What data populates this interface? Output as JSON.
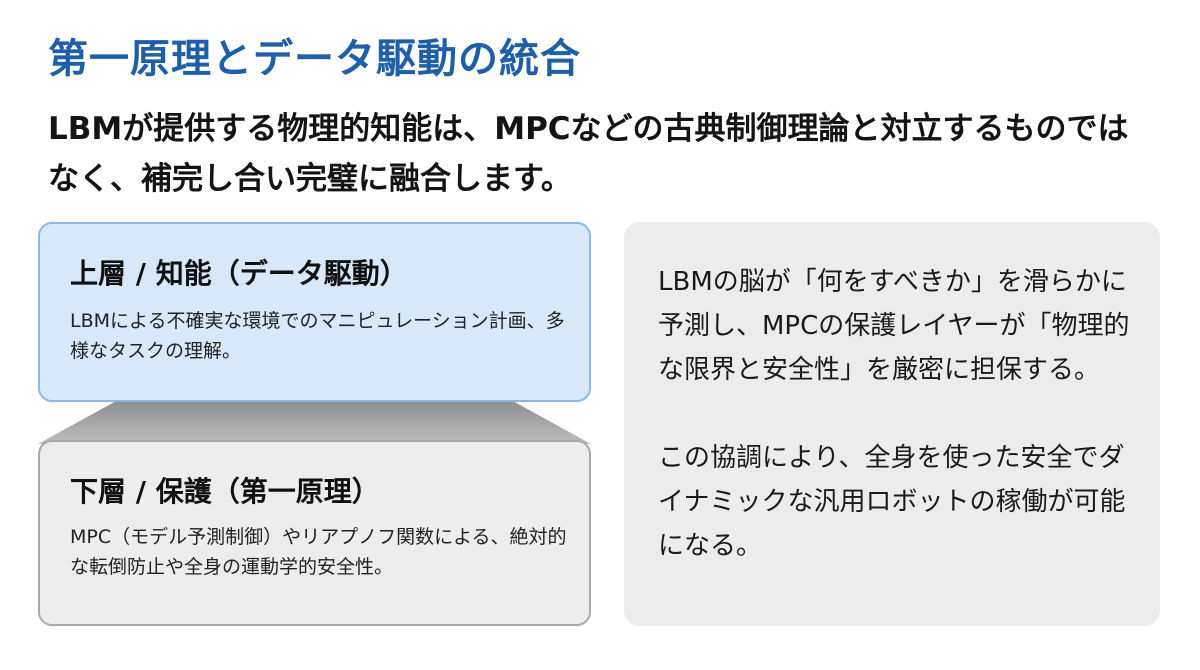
{
  "slide": {
    "title": "第一原理とデータ駆動の統合",
    "subtitle": "LBMが提供する物理的知能は、MPCなどの古典制御理論と対立するものではなく、補完し合い完璧に融合します。"
  },
  "layers": {
    "upper": {
      "heading": "上層 / 知能（データ駆動）",
      "body": "LBMによる不確実な環境でのマニピュレーション計画、多様なタスクの理解。"
    },
    "lower": {
      "heading": "下層 / 保護（第一原理）",
      "body": "MPC（モデル予測制御）やリアプノフ関数による、絶対的な転倒防止や全身の運動学的安全性。"
    }
  },
  "side_panel": {
    "paragraph_1": "LBMの脳が「何をすべきか」を滑らかに予測し、MPCの保護レイヤーが「物理的な限界と安全性」を厳密に担保する。",
    "paragraph_2": "この協調により、全身を使った安全でダイナミックな汎用ロボットの稼働が可能になる。"
  },
  "colors": {
    "title": "#1f5fa8",
    "upper_fill": "#d9e8f8",
    "upper_border": "#8eb8e3",
    "lower_fill": "#ededed",
    "lower_border": "#a9a9a9",
    "connector": "#a6a6a6",
    "panel_fill": "#ececec"
  }
}
